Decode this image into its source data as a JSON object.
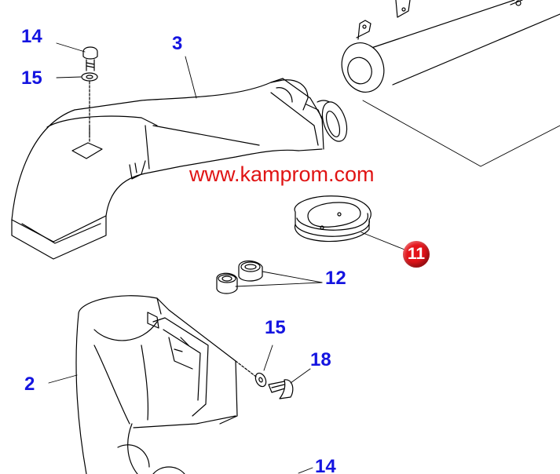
{
  "watermark": "www.kamprom.com",
  "colors": {
    "callout": "#1414e0",
    "watermark": "#e01414",
    "badge": "#e4141a",
    "line": "#000000"
  },
  "callouts": {
    "c14_top": "14",
    "c15_top": "15",
    "c3": "3",
    "c12": "12",
    "c15_mid": "15",
    "c18": "18",
    "c2": "2",
    "c14_bottom": "14"
  },
  "highlighted_part": "11"
}
